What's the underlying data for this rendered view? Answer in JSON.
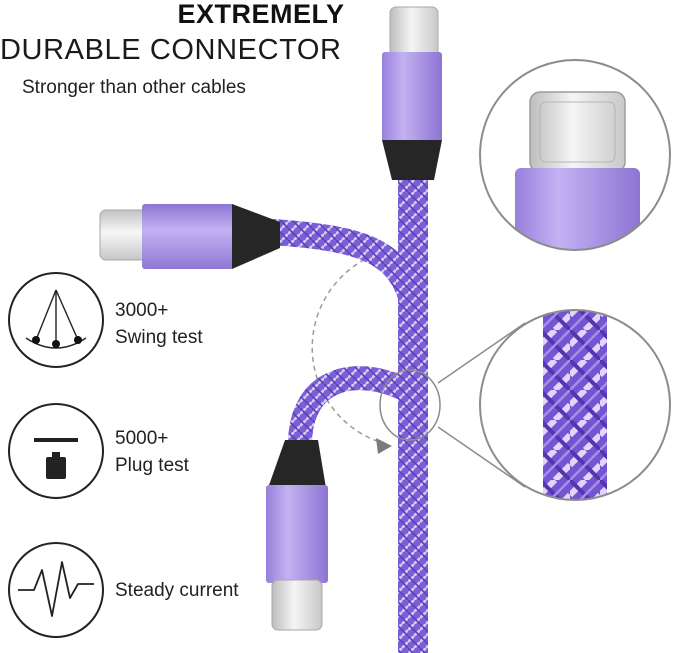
{
  "headline": {
    "line1": "EXTREMELY",
    "line2": "DURABLE CONNECTOR",
    "subtitle": "Stronger than other cables"
  },
  "features": [
    {
      "icon": "pendulum-icon",
      "value": "3000+",
      "label": "Swing test"
    },
    {
      "icon": "plug-icon",
      "value": "5000+",
      "label": "Plug test"
    },
    {
      "icon": "waveform-icon",
      "value": "",
      "label": "Steady current"
    }
  ],
  "colors": {
    "braid_purple": "#7b5fd6",
    "braid_light": "#c9b8f5",
    "housing_lavender": "#a890e6",
    "collar_black": "#262626",
    "metal_tip": "#e6e6e6",
    "outline_gray": "#8c8c8c"
  }
}
